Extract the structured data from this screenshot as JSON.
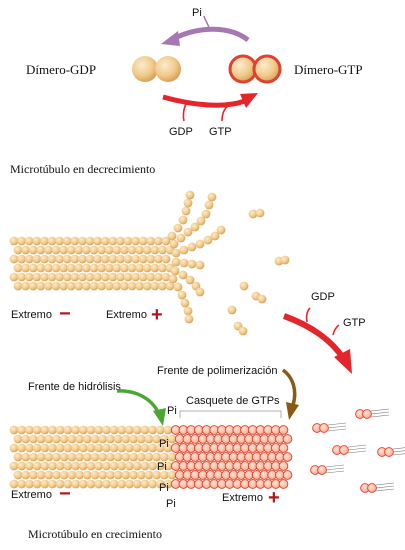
{
  "top_cycle": {
    "pi_label": "Pi",
    "dimer_gdp_label": "Dímero-GDP",
    "dimer_gtp_label": "Dímero-GTP",
    "gdp_label": "GDP",
    "gtp_label": "GTP"
  },
  "shrinking": {
    "title": "Microtúbulo en decrecimiento",
    "minus_end_label": "Extremo",
    "plus_end_label": "Extremo",
    "minus_sign": "−",
    "plus_sign": "+",
    "gdp_label": "GDP",
    "gtp_label": "GTP"
  },
  "growing": {
    "title": "Microtúbulo en crecimiento",
    "polymerization_front_label": "Frente de polimerización",
    "hydrolysis_front_label": "Frente de hidrólisis",
    "gtp_cap_label": "Casquete de GTPs",
    "pi_labels": [
      "Pi",
      "Pi",
      "Pi",
      "Pi",
      "Pi"
    ],
    "minus_end_label": "Extremo",
    "plus_end_label": "Extremo",
    "minus_sign": "−",
    "plus_sign": "+"
  },
  "colors": {
    "tubulin_light": "#f7dfa8",
    "tubulin_dark": "#d9a25a",
    "gtp_fill": "#f6c3a8",
    "gtp_stroke": "#e0402e",
    "red_arrow": "#e2262b",
    "purple_arrow": "#a677b3",
    "green_arrow": "#4aa832",
    "brown_arrow": "#8a5a14",
    "sign_red": "#b0151c"
  }
}
